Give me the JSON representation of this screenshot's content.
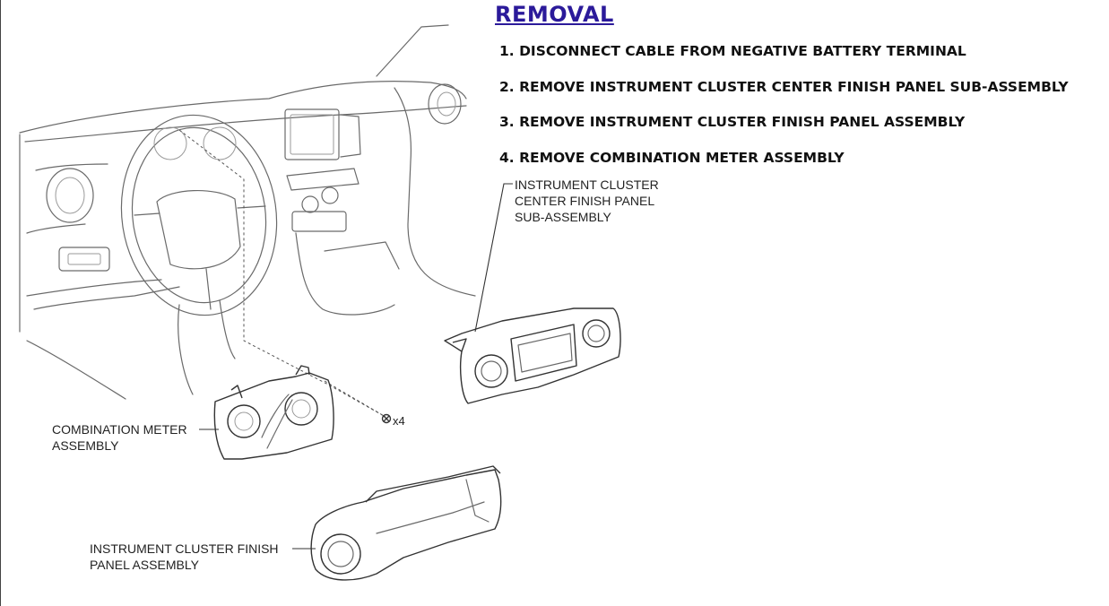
{
  "heading": "REMOVAL",
  "steps": [
    "1. DISCONNECT CABLE FROM NEGATIVE BATTERY TERMINAL",
    "2. REMOVE INSTRUMENT CLUSTER CENTER FINISH PANEL SUB-ASSEMBLY",
    "3. REMOVE INSTRUMENT CLUSTER FINISH PANEL ASSEMBLY",
    "4. REMOVE COMBINATION METER ASSEMBLY"
  ],
  "labels": {
    "center_panel": [
      "INSTRUMENT CLUSTER",
      "CENTER FINISH PANEL",
      "SUB-ASSEMBLY"
    ],
    "combination_meter": [
      "COMBINATION METER",
      "ASSEMBLY"
    ],
    "finish_panel": [
      "INSTRUMENT CLUSTER FINISH",
      "PANEL ASSEMBLY"
    ],
    "screw_count": "x4"
  },
  "colors": {
    "heading": "#2b1a9a",
    "text": "#111111",
    "line_art": "#6a6a6a"
  }
}
